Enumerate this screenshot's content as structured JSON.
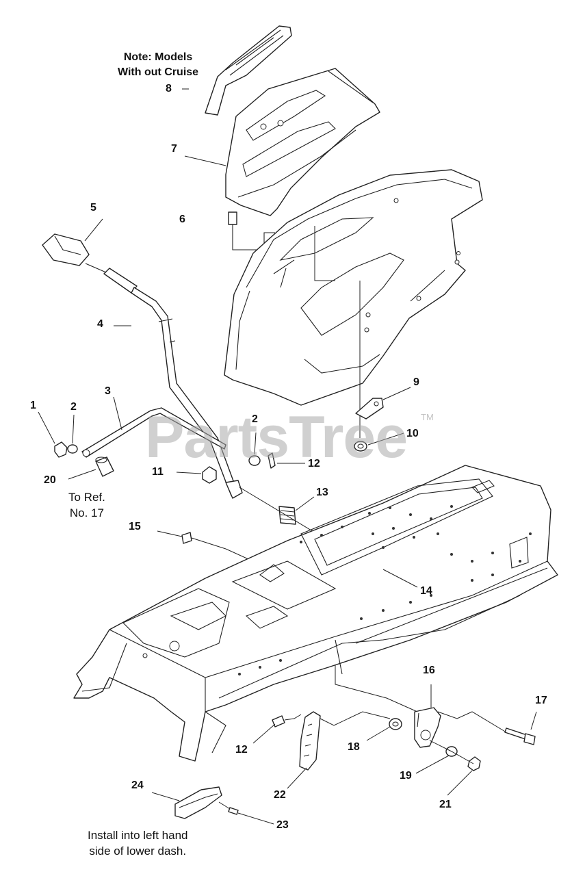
{
  "notes": {
    "top_note": "Note: Models\nWith out Cruise",
    "ref_note": "To Ref.\nNo. 17",
    "install_note": "Install into left hand\nside of lower dash."
  },
  "watermark": {
    "text": "PartsTree",
    "trademark": "TM"
  },
  "callouts": [
    {
      "id": "c1",
      "label": "1"
    },
    {
      "id": "c2a",
      "label": "2"
    },
    {
      "id": "c2b",
      "label": "2"
    },
    {
      "id": "c3",
      "label": "3"
    },
    {
      "id": "c4",
      "label": "4"
    },
    {
      "id": "c5",
      "label": "5"
    },
    {
      "id": "c6",
      "label": "6"
    },
    {
      "id": "c7",
      "label": "7"
    },
    {
      "id": "c8",
      "label": "8"
    },
    {
      "id": "c9",
      "label": "9"
    },
    {
      "id": "c10",
      "label": "10"
    },
    {
      "id": "c11",
      "label": "11"
    },
    {
      "id": "c12a",
      "label": "12"
    },
    {
      "id": "c12b",
      "label": "12"
    },
    {
      "id": "c13",
      "label": "13"
    },
    {
      "id": "c14",
      "label": "14"
    },
    {
      "id": "c15",
      "label": "15"
    },
    {
      "id": "c16",
      "label": "16"
    },
    {
      "id": "c17",
      "label": "17"
    },
    {
      "id": "c18",
      "label": "18"
    },
    {
      "id": "c19",
      "label": "19"
    },
    {
      "id": "c20",
      "label": "20"
    },
    {
      "id": "c21",
      "label": "21"
    },
    {
      "id": "c22",
      "label": "22"
    },
    {
      "id": "c23",
      "label": "23"
    },
    {
      "id": "c24",
      "label": "24"
    }
  ]
}
